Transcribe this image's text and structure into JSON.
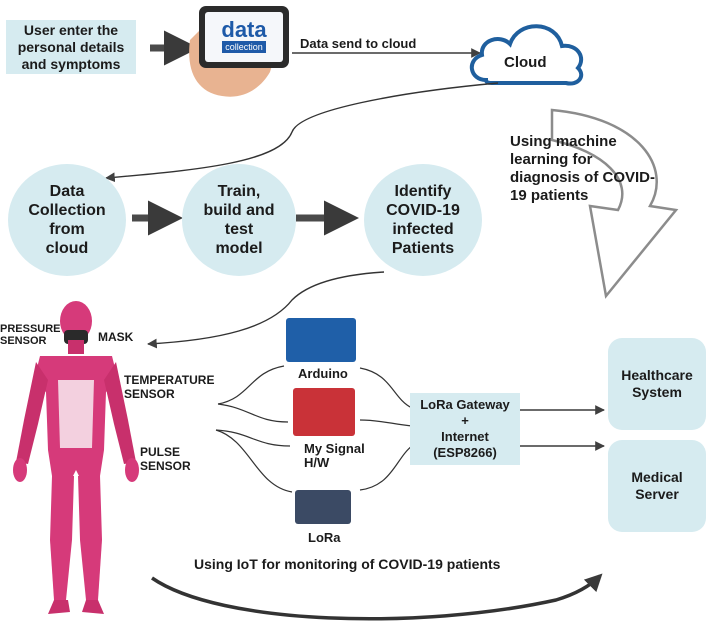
{
  "top": {
    "user_box": "User enter the personal details and symptoms",
    "phone_logo_main": "data",
    "phone_logo_sub": "collection",
    "send_label": "Data send to cloud",
    "cloud_label": "Cloud"
  },
  "ml": {
    "note": "Using machine learning for diagnosis of COVID-19 patients",
    "steps": [
      "Data Collection from cloud",
      "Train, build and test model",
      "Identify COVID-19 infected Patients"
    ]
  },
  "iot": {
    "sensors": {
      "pressure": "PRESSURE\nSENSOR",
      "mask": "MASK",
      "temperature": "TEMPERATURE\nSENSOR",
      "pulse": "PULSE\nSENSOR"
    },
    "hardware": {
      "arduino": "Arduino",
      "mysignal": "My Signal\nH/W",
      "lora": "LoRa"
    },
    "gateway": "LoRa Gateway\n+\nInternet\n(ESP8266)",
    "healthcare": "Healthcare System",
    "server": "Medical Server",
    "caption": "Using IoT for monitoring of COVID-19 patients"
  },
  "colors": {
    "node_fill": "#d6ebf0",
    "arrow": "#505050",
    "cloud_stroke": "#1f5f9e",
    "body_muscle": "#d63a7a"
  }
}
